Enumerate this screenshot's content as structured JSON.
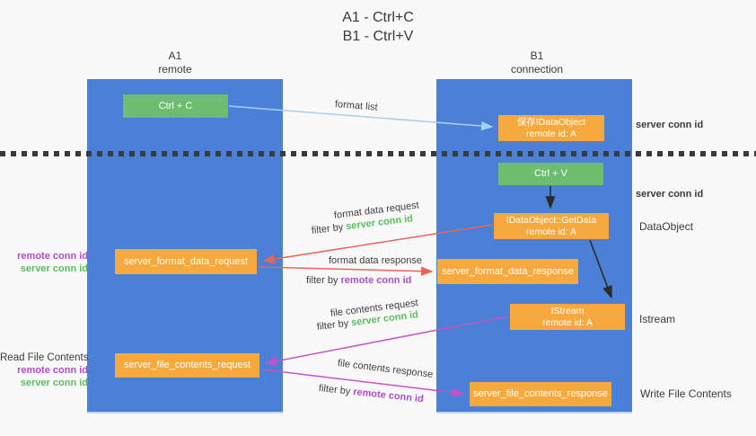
{
  "title": {
    "line1": "A1 - Ctrl+C",
    "line2": "B1 - Ctrl+V"
  },
  "columns": {
    "left": {
      "name": "A1",
      "subtitle": "remote"
    },
    "right": {
      "name": "B1",
      "subtitle": "connection"
    }
  },
  "nodes": {
    "ctrl_c": {
      "label": "Ctrl + C"
    },
    "save_idataobject": {
      "line1": "保存IDataObject",
      "line2": "remote id: A"
    },
    "ctrl_v": {
      "label": "Ctrl + V"
    },
    "getdata": {
      "line1": "IDataObject::GetData",
      "line2": "remote id: A"
    },
    "format_request": {
      "label": "server_format_data_request"
    },
    "format_response": {
      "label": "server_format_data_response"
    },
    "istream": {
      "line1": "IStream",
      "line2": "remote id: A"
    },
    "file_request": {
      "label": "server_file_contents_request"
    },
    "file_response": {
      "label": "server_file_contents_response"
    }
  },
  "side_labels": {
    "server_conn_id_top": "server conn id",
    "server_conn_id_mid": "server conn id",
    "dataobject": "DataObject",
    "istream": "Istream",
    "read_file": "Read File Contents",
    "write_file": "Write File Contents",
    "left_pair_1": {
      "remote": "remote conn id",
      "server": "server conn id"
    },
    "left_pair_2": {
      "remote": "remote conn id",
      "server": "server conn id"
    }
  },
  "arrow_labels": {
    "format_list": "format list",
    "format_data_request": "format data request",
    "filter_server_1": {
      "prefix": "filter by ",
      "id": "server conn id"
    },
    "format_data_response": "format data response",
    "filter_remote_1": {
      "prefix": "filter by ",
      "id": "remote conn id"
    },
    "file_contents_request": "file contents request",
    "filter_server_2": {
      "prefix": "filter by ",
      "id": "server conn id"
    },
    "file_contents_response": "file contents response",
    "filter_remote_2": {
      "prefix": "filter by ",
      "id": "remote conn id"
    }
  },
  "colors": {
    "column_blue": "#4a80d5",
    "box_green": "#6cbe6e",
    "box_orange": "#f8a93e",
    "arrow_blue": "#a9cfee",
    "arrow_red": "#e8655c",
    "arrow_magenta": "#c653c6",
    "arrow_black": "#2b2b2b",
    "text_green": "#5dbd5f",
    "text_purple": "#b04fc5"
  }
}
